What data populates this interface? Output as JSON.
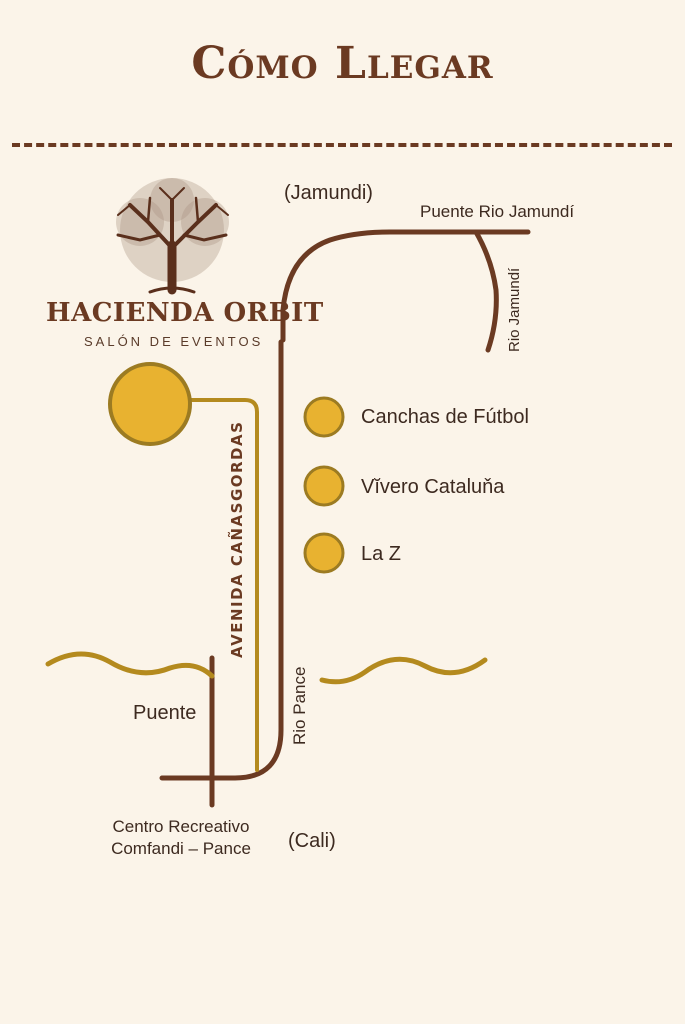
{
  "title": "Cómo Llegar",
  "brand": {
    "name": "HACIENDA ORBIT",
    "subtitle": "SALÓN DE EVENTOS",
    "logo_icon": "tree-icon"
  },
  "map": {
    "north_city": "(Jamundi)",
    "south_city": "(Cali)",
    "bridge_north": "Puente Rio Jamundí",
    "river_north": "Rio Jamundí",
    "avenue": "AVENIDA CAÑASGORDAS",
    "river_pance": "Rio Pance",
    "bridge_south": "Puente",
    "origin_line1": "Centro Recreativo",
    "origin_line2": "Comfandi – Pance",
    "landmarks": [
      "Canchas de Fútbol",
      "Vĭvero Cataluňa",
      "La Z"
    ]
  },
  "colors": {
    "background": "#fbf4e9",
    "road": "#6b3a22",
    "river": "#b48a1e",
    "marker_fill": "#e8b230",
    "marker_stroke": "#9c7b22"
  }
}
